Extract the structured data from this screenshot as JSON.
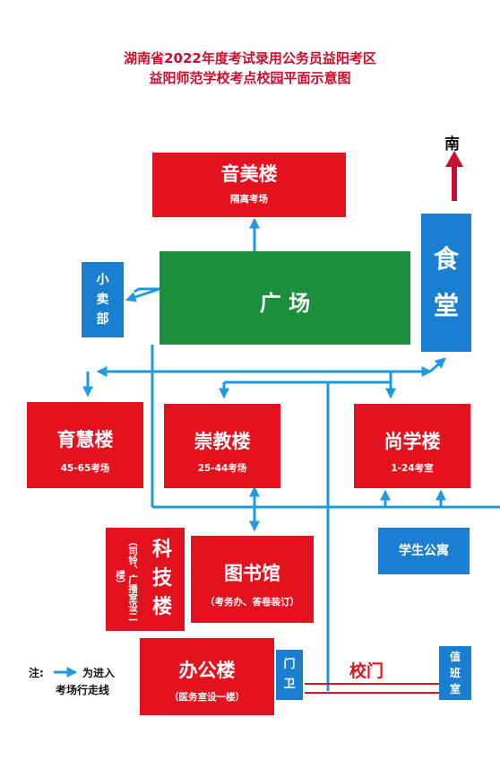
{
  "title_line1": "湖南省2022年度考试录用公务员益阳考区",
  "title_line2": "益阳师范学校考点校园平面示意图",
  "compass": {
    "label": "南"
  },
  "buildings": {
    "yinmei": {
      "name": "音美楼",
      "sub": "隔离考场"
    },
    "guangchang": {
      "name": "广 场"
    },
    "xiaomaibu": {
      "chars": [
        "小",
        "卖",
        "部"
      ]
    },
    "shitang": {
      "chars": [
        "食",
        "堂"
      ]
    },
    "yuhui": {
      "name": "育慧楼",
      "sub": "45-65考场"
    },
    "chongjiao": {
      "name": "崇教楼",
      "sub": "25-44考场"
    },
    "shangxue": {
      "name": "尚学楼",
      "sub": "1-24考室"
    },
    "xueshenggongyu": {
      "name": "学生公寓"
    },
    "keji": {
      "chars": [
        "科",
        "技",
        "楼"
      ],
      "note": "（司铃、广播室设二楼）"
    },
    "tushuguan": {
      "name": "图书馆",
      "sub": "（考务办、答卷装订）"
    },
    "bangong": {
      "name": "办公楼",
      "sub": "（医务室设一楼）"
    },
    "menwei": {
      "chars": [
        "门",
        "卫"
      ]
    },
    "zhiban": {
      "chars": [
        "值",
        "班",
        "室"
      ]
    }
  },
  "gate": {
    "label": "校门"
  },
  "legend": {
    "prefix": "注:",
    "text1": "为进入",
    "text2": "考场行走线"
  },
  "colors": {
    "red": "#e4121f",
    "green": "#1b8f3c",
    "blue": "#1a7fd0",
    "line": "#1e9be0",
    "arrow": "#c8102e"
  }
}
